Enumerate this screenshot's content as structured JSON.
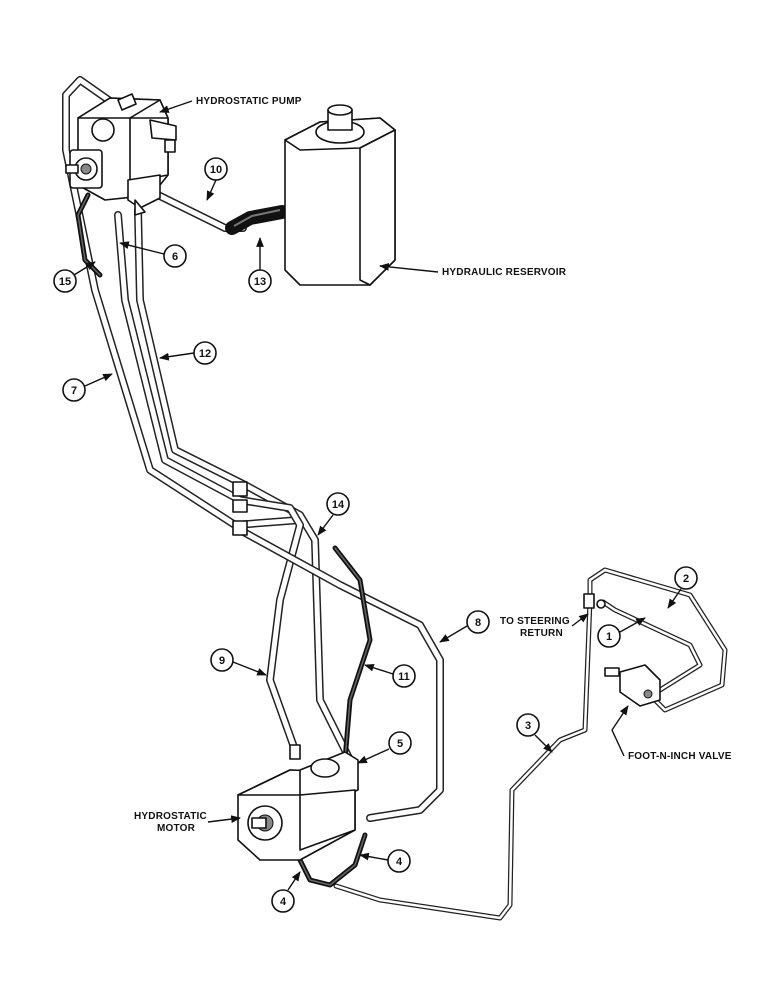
{
  "labels": {
    "pump": "HYDROSTATIC PUMP",
    "reservoir": "HYDRAULIC RESERVOIR",
    "steering_1": "TO STEERING",
    "steering_2": "RETURN",
    "valve": "FOOT-N-INCH VALVE",
    "motor_1": "HYDROSTATIC",
    "motor_2": "MOTOR"
  },
  "callouts": [
    "1",
    "2",
    "3",
    "4",
    "4",
    "5",
    "6",
    "7",
    "8",
    "9",
    "10",
    "11",
    "12",
    "13",
    "14",
    "15"
  ]
}
